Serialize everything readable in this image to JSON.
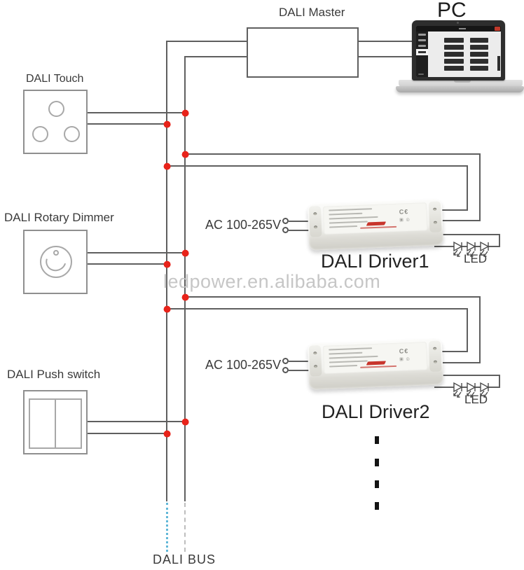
{
  "diagram": {
    "master": {
      "label": "DALI Master"
    },
    "pc": {
      "label": "PC"
    },
    "controllers": [
      {
        "label": "DALI Touch",
        "type": "touch-panel"
      },
      {
        "label": "DALI Rotary Dimmer",
        "type": "rotary-knob"
      },
      {
        "label": "DALI Push switch",
        "type": "rocker-switch"
      }
    ],
    "drivers": [
      {
        "label": "DALI Driver1",
        "input_label": "AC 100-265V",
        "output_label": "LED"
      },
      {
        "label": "DALI Driver2",
        "input_label": "AC 100-265V",
        "output_label": "LED"
      }
    ],
    "bus_label": "DALI BUS",
    "watermark": "ledpower.en.alibaba.com",
    "colors": {
      "wire": "#5f5f5f",
      "connection_dot": "#e8231a",
      "bus_tail_blue_dotted": "#62b8d8",
      "bus_tail_gray_dashed": "#bdbdbd",
      "watermark_text": "#c6c6c6"
    }
  }
}
